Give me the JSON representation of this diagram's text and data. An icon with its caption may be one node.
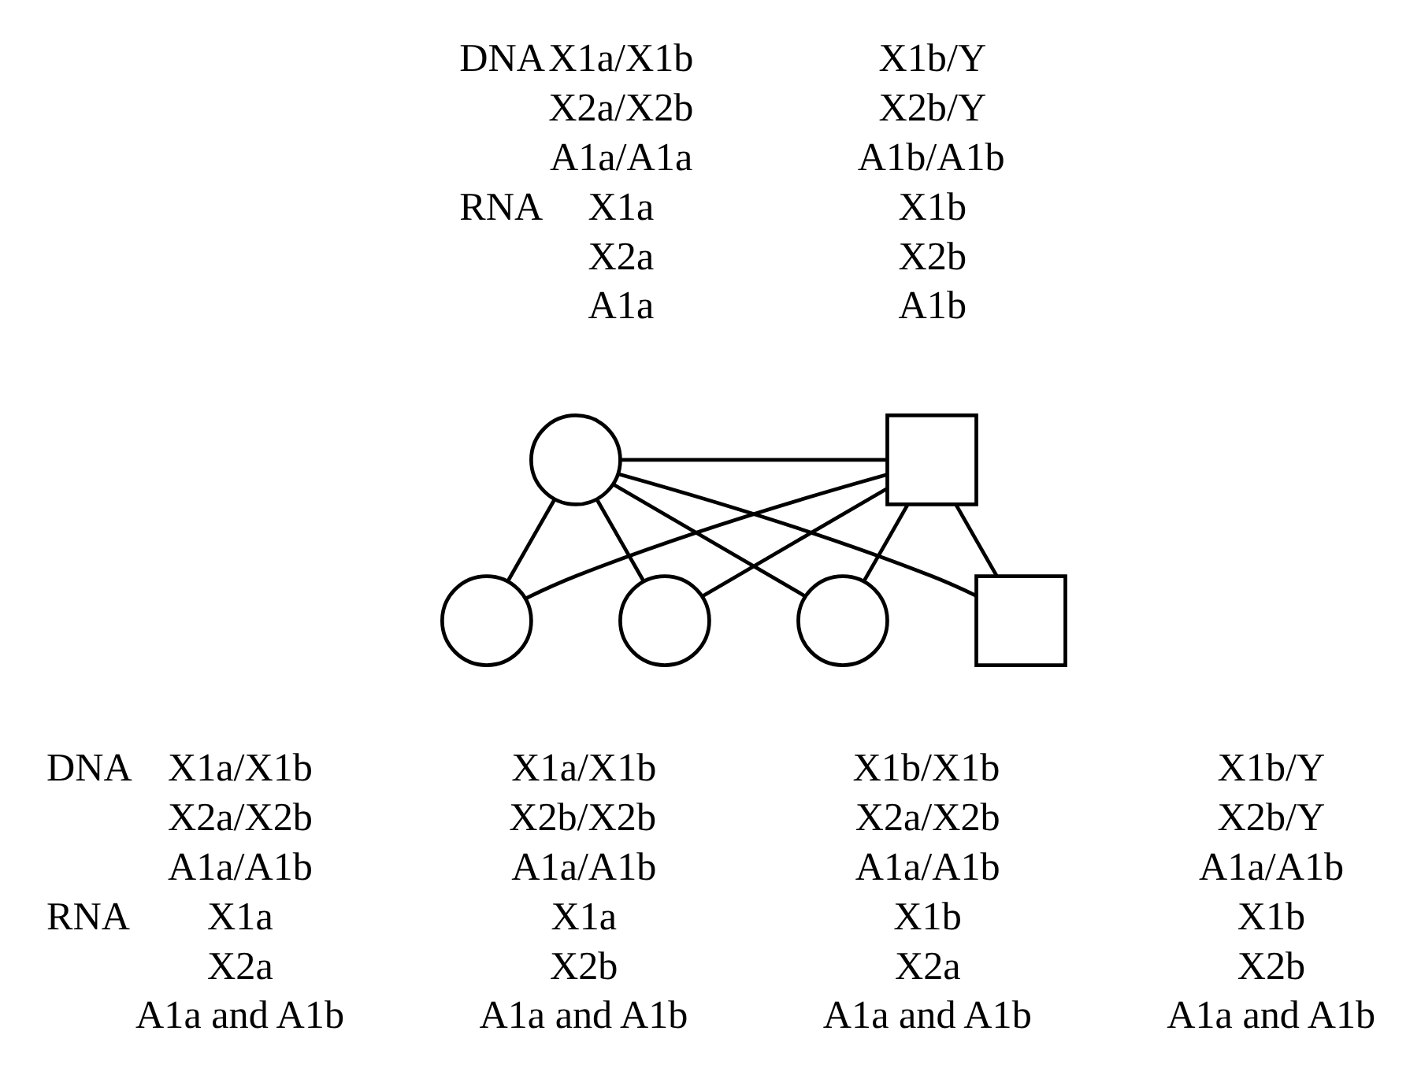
{
  "diagram": {
    "nodes": [
      {
        "text": [],
        "shape": "circle",
        "beside": [
          "DNA",
          "X1a/X1b",
          "X2a/X2b",
          "A1a/A1a",
          "RNA",
          "X1a",
          "X2a",
          "A1a"
        ]
      },
      {
        "text": [],
        "shape": "box",
        "beside": [
          "X1b/Y",
          "X2b/Y",
          "A1b/A1b",
          "X1b",
          "X2b",
          "A1b"
        ]
      },
      {
        "text": [],
        "shape": "circle",
        "beside": [
          "DNA",
          "X1a/X1b",
          "X2a/X2b",
          "A1a/A1b",
          "RNA",
          "X1a",
          "X2a",
          "A1a and A1b"
        ]
      },
      {
        "text": [],
        "shape": "circle",
        "beside": [
          "X1a/X1b",
          "X2b/X2b",
          "A1a/A1b",
          "X1a",
          "X2b",
          "A1a and A1b"
        ]
      },
      {
        "text": [],
        "shape": "circle",
        "beside": [
          "X1b/X1b",
          "X2a/X2b",
          "A1a/A1b",
          "X1b",
          "X2a",
          "A1a and A1b"
        ]
      },
      {
        "text": [],
        "shape": "box",
        "beside": [
          "X1b/Y",
          "X2b/Y",
          "A1a/A1b",
          "X1b",
          "X2b",
          "A1a and A1b"
        ]
      }
    ],
    "edges": [
      {
        "from": 0,
        "to": 1,
        "arrow": "none"
      },
      {
        "from": 0,
        "to": 2,
        "arrow": "none"
      },
      {
        "from": 1,
        "to": 2,
        "arrow": "none"
      },
      {
        "from": 0,
        "to": 3,
        "arrow": "none"
      },
      {
        "from": 1,
        "to": 3,
        "arrow": "none"
      },
      {
        "from": 0,
        "to": 4,
        "arrow": "none"
      },
      {
        "from": 1,
        "to": 4,
        "arrow": "none"
      },
      {
        "from": 0,
        "to": 5,
        "arrow": "none"
      },
      {
        "from": 1,
        "to": 5,
        "arrow": "none"
      }
    ]
  }
}
